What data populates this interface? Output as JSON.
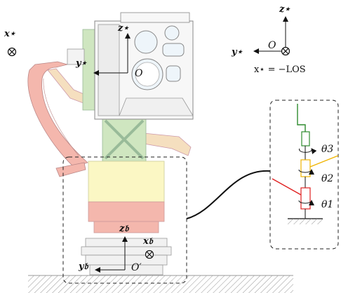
{
  "frames": {
    "star_x_left": "x⋆",
    "star_y_cam": "y⋆",
    "star_z_cam": "z⋆",
    "cam_origin": "O",
    "legend_z": "z⋆",
    "legend_y": "y⋆",
    "legend_origin": "O",
    "legend_x_eq": "x⋆ = −LOS",
    "base_z": "z𝔟",
    "base_x": "x𝔟",
    "base_y": "y𝔟",
    "base_origin": "O′"
  },
  "joints": {
    "theta3": "θ3",
    "theta2": "θ2",
    "theta1": "θ1"
  },
  "colors": {
    "red_link": "#f4b7ad",
    "yellow_link": "#fbf7c4",
    "green_link": "#cfe6c0",
    "orange_bracket": "#f5dfbf",
    "ground_hatch": "#9a9a9a",
    "joint_green": "#2e8b2e",
    "joint_yellow": "#f0b400",
    "joint_red": "#e02020"
  }
}
